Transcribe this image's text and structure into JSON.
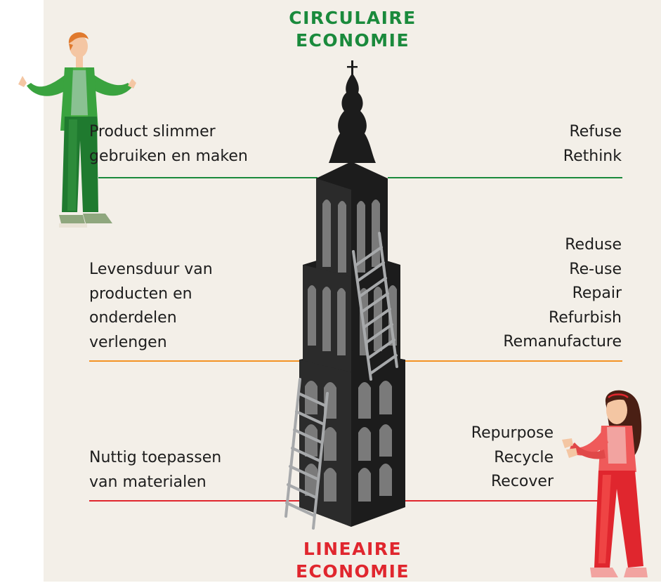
{
  "headings": {
    "top": [
      "CIRCULAIRE",
      "ECONOMIE"
    ],
    "bottom": [
      "LINEAIRE",
      "ECONOMIE"
    ]
  },
  "levels": [
    {
      "id": "top",
      "description": [
        "Product slimmer",
        "gebruiken en maken"
      ],
      "strategies": [
        "Refuse",
        "Rethink"
      ],
      "color": "#1a8a3c"
    },
    {
      "id": "middle",
      "description": [
        "Levensduur van",
        "producten en",
        "onderdelen",
        "verlengen"
      ],
      "strategies": [
        "Reduse",
        "Re-use",
        "Repair",
        "Refurbish",
        "Remanufacture"
      ],
      "color": "#f39223"
    },
    {
      "id": "bottom",
      "description": [
        "Nuttig toepassen",
        "van materialen"
      ],
      "strategies": [
        "Repurpose",
        "Recycle",
        "Recover"
      ],
      "color": "#e0262e"
    }
  ],
  "colors": {
    "background": "#f3efe8",
    "tower": "#1c1c1c",
    "tower_windows": "#7a7a7a",
    "ladder": "#a7a9ab"
  },
  "icons": [
    "man-waving-illustration",
    "woman-clapping-illustration",
    "church-tower-illustration",
    "ladder-illustration"
  ]
}
